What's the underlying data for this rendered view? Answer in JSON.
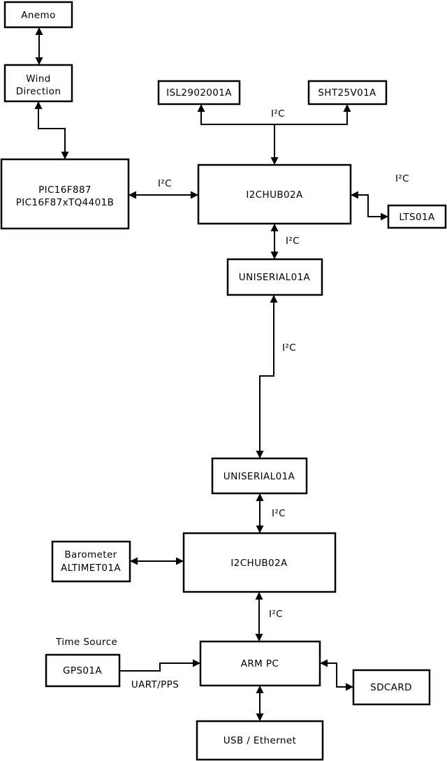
{
  "diagram": {
    "background_color": "#ffffff",
    "line_color": "#000000",
    "box_fill_color": "#ffffff",
    "nodes": {
      "anemo": {
        "label": "Anemo"
      },
      "wind_direction": {
        "line1": "Wind",
        "line2": "Direction"
      },
      "pic": {
        "line1": "PIC16F887",
        "line2": "PIC16F87xTQ4401B"
      },
      "isl": {
        "label": "ISL2902001A"
      },
      "sht": {
        "label": "SHT25V01A"
      },
      "i2chub_top": {
        "label": "I2CHUB02A"
      },
      "lts": {
        "label": "LTS01A"
      },
      "uniserial_top": {
        "label": "UNISERIAL01A"
      },
      "uniserial_bottom": {
        "label": "UNISERIAL01A"
      },
      "i2chub_bottom": {
        "label": "I2CHUB02A"
      },
      "barometer": {
        "line1": "Barometer",
        "line2": "ALTIMET01A"
      },
      "gps": {
        "label": "GPS01A"
      },
      "arm_pc": {
        "label": "ARM PC"
      },
      "sdcard": {
        "label": "SDCARD"
      },
      "usb_ethernet": {
        "label": "USB / Ethernet"
      }
    },
    "edge_labels": {
      "i2c_sensors_top": "I²C",
      "i2c_pic_hub": "I²C",
      "i2c_hub_lts": "I²C",
      "i2c_hub_uniserial_top": "I²C",
      "i2c_long_link": "I²C",
      "i2c_uniserial_hub_bottom": "I²C",
      "i2c_hub_armpc": "I²C",
      "time_source": "Time Source",
      "uart_pps": "UART/PPS"
    }
  }
}
